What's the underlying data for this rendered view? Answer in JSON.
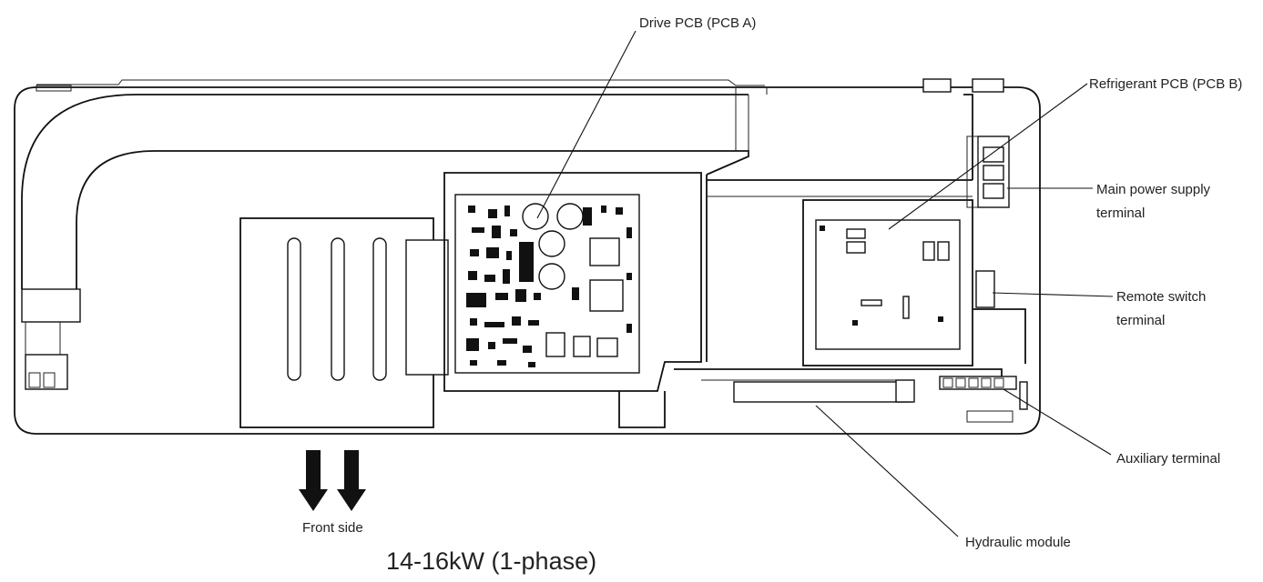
{
  "labels": {
    "drive_pcb": "Drive PCB (PCB A)",
    "refrigerant_pcb": "Refrigerant PCB (PCB B)",
    "main_power_line1": "Main power supply",
    "main_power_line2": "terminal",
    "remote_switch_line1": "Remote switch",
    "remote_switch_line2": "terminal",
    "auxiliary_terminal": "Auxiliary terminal",
    "hydraulic_module": "Hydraulic module",
    "front_side": "Front side"
  },
  "caption": "14-16kW (1-phase)"
}
